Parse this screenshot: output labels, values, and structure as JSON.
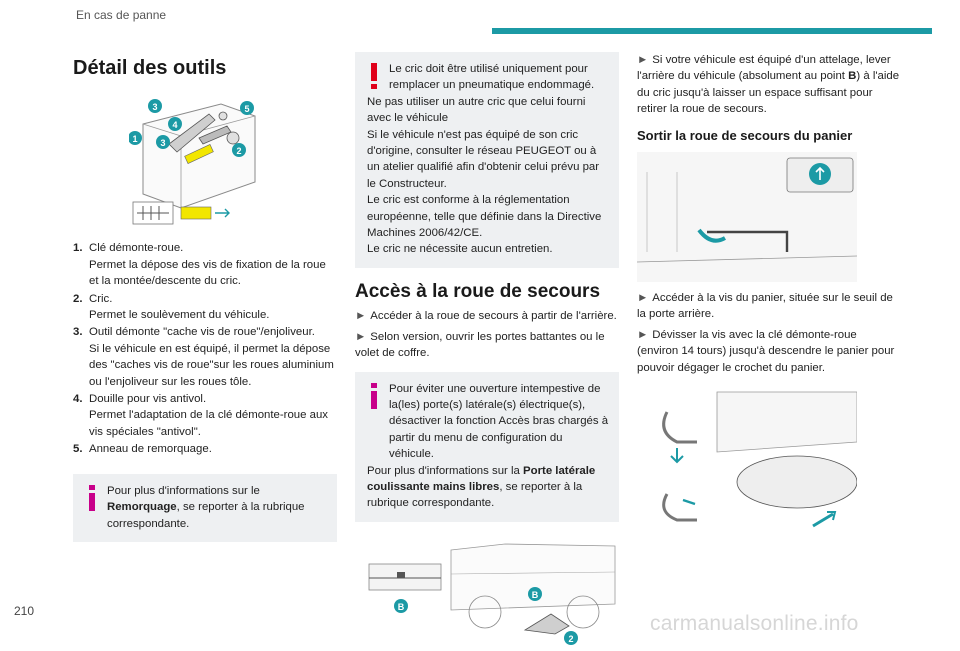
{
  "header": {
    "section": "En cas de panne",
    "accent_color": "#1c9aa5"
  },
  "page_number": "210",
  "watermark": "carmanualsonline.info",
  "col1": {
    "title": "Détail des outils",
    "figure_callouts": [
      "1",
      "2",
      "3",
      "4",
      "5",
      "3"
    ],
    "items": [
      {
        "num": "1.",
        "label": "Clé démonte-roue.",
        "desc": "Permet la dépose des vis de fixation de la roue et la montée/descente du cric."
      },
      {
        "num": "2.",
        "label": "Cric.",
        "desc": "Permet le soulèvement du véhicule."
      },
      {
        "num": "3.",
        "label": "Outil démonte \"cache vis de roue\"/enjoliveur.",
        "desc": "Si le véhicule en est équipé, il permet la dépose des \"caches vis de roue\"sur les roues aluminium ou l'enjoliveur sur les roues tôle."
      },
      {
        "num": "4.",
        "label": "Douille pour vis antivol.",
        "desc": "Permet l'adaptation de la clé démonte-roue aux vis spéciales \"antivol\"."
      },
      {
        "num": "5.",
        "label": "Anneau de remorquage.",
        "desc": ""
      }
    ],
    "note": {
      "line_start": "Pour plus d'informations sur le",
      "bold": "Remorquage",
      "line_end": ", se reporter à la rubrique correspondante."
    }
  },
  "col2": {
    "warning": {
      "first": "Le cric doit être utilisé uniquement pour remplacer un pneumatique endommagé.",
      "p1": "Ne pas utiliser un autre cric que celui fourni avec le véhicule",
      "p2": "Si le véhicule n'est pas équipé de son cric d'origine, consulter le réseau PEUGEOT ou à un atelier qualifié afin d'obtenir celui prévu par le Constructeur.",
      "p3": "Le cric est conforme à la réglementation européenne, telle que définie dans la Directive Machines 2006/42/CE.",
      "p4": "Le cric ne nécessite aucun entretien."
    },
    "section_title": "Accès à la roue de secours",
    "bullets": [
      "Accéder à la roue de secours à partir de l'arrière.",
      "Selon version, ouvrir les portes battantes ou le volet de coffre."
    ],
    "info": {
      "first": "Pour éviter une ouverture intempestive de la(les) porte(s) latérale(s) électrique(s), désactiver la fonction Accès bras chargés à partir du menu de configuration du véhicule.",
      "p1_start": "Pour plus d'informations sur la ",
      "p1_bold": "Porte latérale coulissante mains libres",
      "p1_end": ", se reporter à la rubrique correspondante."
    },
    "figure_callouts": [
      "B",
      "B",
      "2"
    ]
  },
  "col3": {
    "bullet_top_start": "Si votre véhicule est équipé d'un attelage, lever l'arrière du véhicule (absolument au point ",
    "bullet_top_bold": "B",
    "bullet_top_end": ") à l'aide du cric jusqu'à laisser un espace suffisant pour retirer la roue de secours.",
    "sub_title": "Sortir la roue de secours du panier",
    "bullets": [
      "Accéder à la vis du panier, située sur le seuil de la porte arrière.",
      "Dévisser la vis avec la clé démonte-roue (environ 14 tours) jusqu'à descendre le panier pour pouvoir dégager le crochet du panier."
    ]
  },
  "colors": {
    "callout": "#1c9aa5",
    "highlight": "#f2e600",
    "warning": "#e0001a",
    "info": "#c8008a",
    "note_bg": "#eef0f2"
  },
  "arrow_glyph": "►",
  "warning_glyph": "!"
}
